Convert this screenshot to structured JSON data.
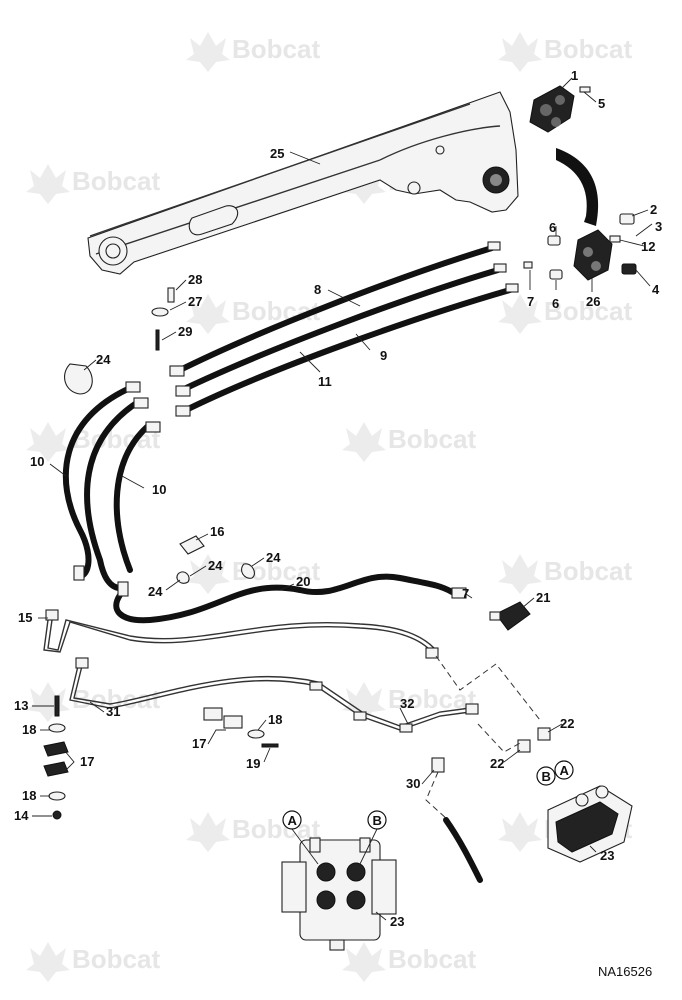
{
  "watermark": "Bobcat",
  "figure_id": "NA16526",
  "callouts": {
    "c1": "1",
    "c2": "2",
    "c3": "3",
    "c4": "4",
    "c5": "5",
    "c6a": "6",
    "c6b": "6",
    "c7a": "7",
    "c7b": "7",
    "c8": "8",
    "c9": "9",
    "c10a": "10",
    "c10b": "10",
    "c11": "11",
    "c12": "12",
    "c13": "13",
    "c14": "14",
    "c15": "15",
    "c16": "16",
    "c17a": "17",
    "c17b": "17",
    "c18a": "18",
    "c18b": "18",
    "c18c": "18",
    "c19": "19",
    "c20": "20",
    "c21": "21",
    "c22a": "22",
    "c22b": "22",
    "c23a": "23",
    "c23b": "23",
    "c24a": "24",
    "c24b": "24",
    "c24c": "24",
    "c24d": "24",
    "c25": "25",
    "c26": "26",
    "c27": "27",
    "c28": "28",
    "c29": "29",
    "c30": "30",
    "c31": "31",
    "c32": "32"
  },
  "port_labels": {
    "a1": "A",
    "b1": "B",
    "a2": "A",
    "b2": "B"
  }
}
